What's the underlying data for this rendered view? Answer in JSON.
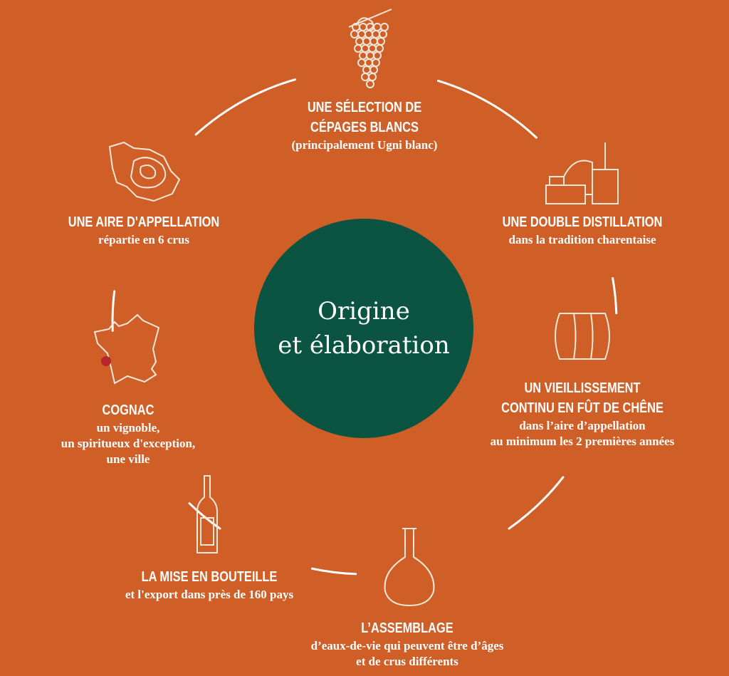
{
  "title": [
    "Origine",
    "et élaboration"
  ],
  "colors": {
    "background": "#CF5F27",
    "center": "#0A5441",
    "marker": "#B7262A"
  },
  "steps": [
    {
      "icon": "grapes-icon",
      "title": [
        "UNE SÉLECTION DE",
        "CÉPAGES BLANCS"
      ],
      "text": [
        "(principalement Ugni blanc)"
      ]
    },
    {
      "icon": "still-icon",
      "title": [
        "UNE DOUBLE DISTILLATION"
      ],
      "text": [
        "dans la tradition charentaise"
      ]
    },
    {
      "icon": "barrel-icon",
      "title": [
        "UN VIEILLISSEMENT",
        "CONTINU EN FÛT DE CHÊNE"
      ],
      "text": [
        "dans l’aire d’appellation",
        "au minimum les 2 premières années"
      ]
    },
    {
      "icon": "flask-icon",
      "title": [
        "L’ASSEMBLAGE"
      ],
      "text": [
        "d’eaux-de-vie qui peuvent être d’âges",
        "et de crus différents"
      ]
    },
    {
      "icon": "bottle-icon",
      "title": [
        "LA MISE EN BOUTEILLE"
      ],
      "text": [
        "et l'export dans près de 160 pays"
      ]
    },
    {
      "icon": "france-map-icon",
      "title": [
        "COGNAC"
      ],
      "text": [
        "un vignoble,",
        "un spiritueux d'exception,",
        "une ville"
      ]
    },
    {
      "icon": "region-map-icon",
      "title": [
        "UNE AIRE D'APPELLATION"
      ],
      "text": [
        "répartie en 6 crus"
      ]
    }
  ]
}
